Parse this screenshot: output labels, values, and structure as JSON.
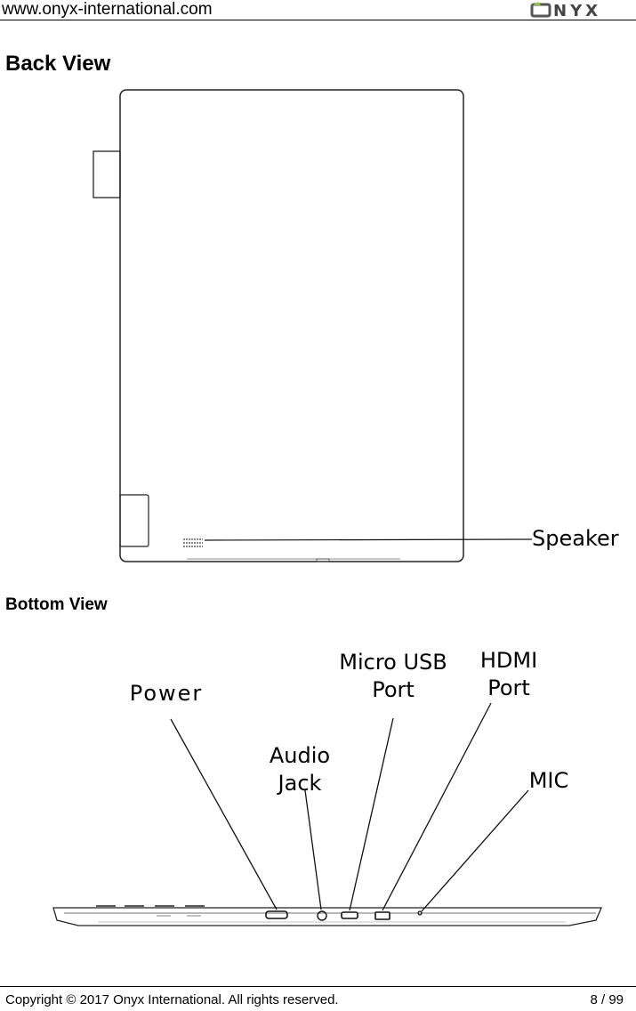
{
  "header": {
    "url": "www.onyx-international.com",
    "logo_text": "ONYX"
  },
  "sections": {
    "back_view_title": "Back View",
    "bottom_view_title": "Bottom View"
  },
  "labels": {
    "speaker": "Speaker",
    "power": "Power",
    "audio_jack_l1": "Audio",
    "audio_jack_l2": "Jack",
    "micro_usb_l1": "Micro USB",
    "micro_usb_l2": "Port",
    "hdmi_l1": "HDMI",
    "hdmi_l2": "Port",
    "mic": "MIC"
  },
  "footer": {
    "copyright": "Copyright © 2017 Onyx International. All rights reserved.",
    "page": "8 / 99"
  }
}
